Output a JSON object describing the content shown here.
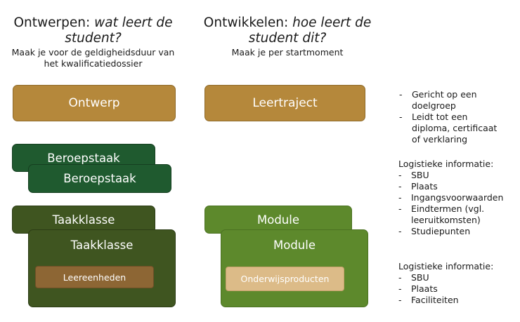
{
  "left_header": {
    "title_plain": "Ontwerpen: ",
    "title_italic_1": "wat leert de",
    "title_italic_2": "student?",
    "sub_line_1": "Maak je voor de geldigheidsduur van",
    "sub_line_2": "het kwalificatiedossier"
  },
  "right_header": {
    "title_plain": "Ontwikkelen: ",
    "title_italic_1": "hoe leert de",
    "title_italic_2": "student dit?",
    "sub_line_1": "Maak je per startmoment"
  },
  "boxes": {
    "ontwerp": "Ontwerp",
    "leertraject": "Leertraject",
    "beroepstaak_back": "Beroepstaak",
    "beroepstaak_front": "Beroepstaak",
    "taakklasse_back": "Taakklasse",
    "taakklasse_front": "Taakklasse",
    "leereenheden": "Leereenheden",
    "module_back": "Module",
    "module_front": "Module",
    "onderwijsproducten": "Onderwijsproducten"
  },
  "side_top": {
    "items": [
      {
        "line_1": "Gericht op een",
        "line_2": "doelgroep"
      },
      {
        "line_1": "Leidt tot een",
        "line_2": "diploma, certificaat",
        "line_3": "of verklaring"
      }
    ]
  },
  "side_mid": {
    "title": "Logistieke informatie:",
    "items": [
      "SBU",
      "Plaats",
      "Ingangsvoorwaarden",
      "Eindtermen (vgl.",
      "leeruitkomsten)",
      "Studiepunten"
    ]
  },
  "side_bottom": {
    "title": "Logistieke informatie:",
    "items": [
      "SBU",
      "Plaats",
      "Faciliteiten"
    ]
  },
  "colors": {
    "gold": "#b5883b",
    "dark_green": "#1f5a2f",
    "olive": "#3f5520",
    "lime": "#5d892c",
    "brown": "#8d6634",
    "tan": "#dcbb88"
  }
}
